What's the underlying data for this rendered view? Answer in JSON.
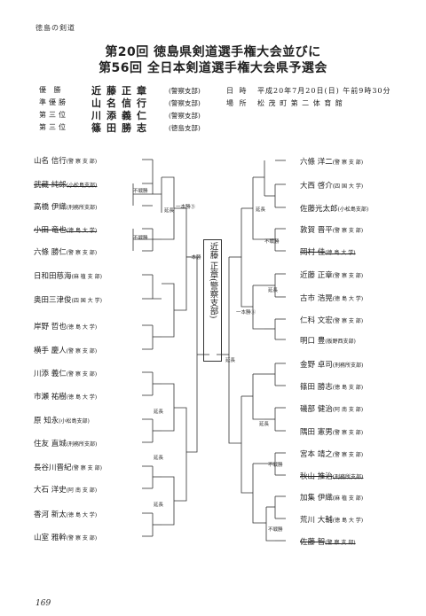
{
  "header": "徳島の剣道",
  "title_line1": "第20回 徳島県剣道選手権大会並びに",
  "title_line2": "第56回 全日本剣道選手権大会県予選会",
  "results": [
    {
      "label": "優 勝",
      "name": "近藤正章",
      "org": "(警察支部)"
    },
    {
      "label": "準優勝",
      "name": "山名信行",
      "org": "(警察支部)"
    },
    {
      "label": "第三位",
      "name": "川添義仁",
      "org": "(警察支部)"
    },
    {
      "label": "第三位",
      "name": "篠田勝志",
      "org": "(徳島支部)"
    }
  ],
  "event": {
    "date_label": "日 時",
    "date_value": "平成20年7月20日(日) 午前9時30分",
    "venue_label": "場 所",
    "venue_value": "松 茂 町 第 二 体 育 館"
  },
  "left_players": [
    {
      "name": "山名 信行",
      "org": "(警 察 支 部)"
    },
    {
      "name": "武藏 純郎",
      "org": "(小松島支部)"
    },
    {
      "name": "高橋 伊織",
      "org": "(刑務所支部)"
    },
    {
      "name": "小田 竜也",
      "org": "(徳 島 大 学)"
    },
    {
      "name": "六條 勝仁",
      "org": "(警 察 支 部)"
    },
    {
      "name": "日和田慈海",
      "org": "(麻 植 支 部)"
    },
    {
      "name": "奥田三津俊",
      "org": "(四 国 大 学)"
    },
    {
      "name": "岸野 哲也",
      "org": "(徳 島 大 学)"
    },
    {
      "name": "横手 慶人",
      "org": "(警 察 支 部)"
    },
    {
      "name": "川添 義仁",
      "org": "(警 察 支 部)"
    },
    {
      "name": "市瀬 祐樹",
      "org": "(徳 島 大 学)"
    },
    {
      "name": "原 知永",
      "org": "(小松島支部)"
    },
    {
      "name": "住友 直城",
      "org": "(刑務所支部)"
    },
    {
      "name": "長谷川晋紀",
      "org": "(警 察 支 部)"
    },
    {
      "name": "大石 洋史",
      "org": "(阿 南 支 部)"
    },
    {
      "name": "香河 新太",
      "org": "(徳 島 大 学)"
    },
    {
      "name": "山室 雅幹",
      "org": "(警 察 支 部)"
    }
  ],
  "right_players": [
    {
      "name": "六條 洋二",
      "org": "(警 察 支 部)"
    },
    {
      "name": "大西 啓介",
      "org": "(四 国 大 学)"
    },
    {
      "name": "佐藤光太郎",
      "org": "(小松島支部)"
    },
    {
      "name": "敦賀 晋平",
      "org": "(警 察 支 部)"
    },
    {
      "name": "岡村 佳",
      "org": "(徳 島 大 学)"
    },
    {
      "name": "近藤 正章",
      "org": "(警 察 支 部)"
    },
    {
      "name": "古市 浩晃",
      "org": "(徳 島 大 学)"
    },
    {
      "name": "仁科 文宏",
      "org": "(警 察 支 部)"
    },
    {
      "name": "明口 豊",
      "org": "(板野西支部)"
    },
    {
      "name": "金野 卓司",
      "org": "(刑務所支部)"
    },
    {
      "name": "篠田 勝志",
      "org": "(徳 島 支 部)"
    },
    {
      "name": "磯部 健治",
      "org": "(阿 南 支 部)"
    },
    {
      "name": "隅田 憲男",
      "org": "(警 察 支 部)"
    },
    {
      "name": "宮本 靖之",
      "org": "(警 察 支 部)"
    },
    {
      "name": "秋山 推治",
      "org": "(刑務所支部)"
    },
    {
      "name": "加集 伊織",
      "org": "(麻 植 支 部)"
    },
    {
      "name": "荒川 大輔",
      "org": "(徳 島 大 学)"
    },
    {
      "name": "佐藤 智",
      "org": "(警 察 支 部)"
    }
  ],
  "bracket_notes": {
    "fusen": "不戦勝",
    "encho": "延長",
    "ippon": "一本勝",
    "ippon2": "一本勝③",
    "ippon_r": "一本勝⑤",
    "ippon_c": "一本勝"
  },
  "champion_box": "近藤 正章(警察支部)",
  "page_number": "169"
}
